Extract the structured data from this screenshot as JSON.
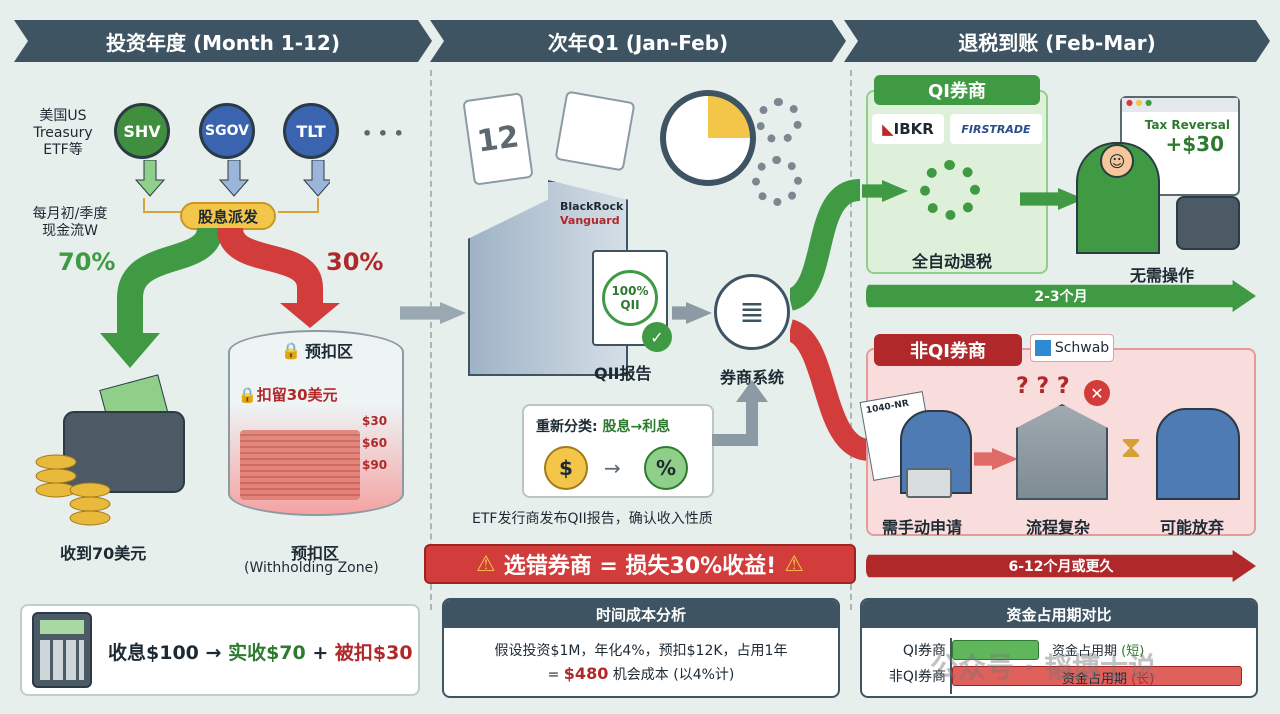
{
  "phases": [
    "投资年度 (Month 1-12)",
    "次年Q1 (Jan-Feb)",
    "退税到账 (Feb-Mar)"
  ],
  "investment": {
    "etf_label": "美国US Treasury ETF等",
    "etfs": [
      {
        "name": "SHV",
        "color": "#3f8f3f"
      },
      {
        "name": "SGOV",
        "color": "#3a64b0"
      },
      {
        "name": "TLT",
        "color": "#3a64b0"
      }
    ],
    "more": "• • •",
    "cashflow_label": "每月初/季度 现金流W",
    "dividend": "股息派发",
    "pct_received": "70%",
    "pct_withheld": "30%",
    "received": "收到70美元",
    "zone_lid": "预扣区",
    "zone_withheld": "扣留30美元",
    "zone_scale": [
      "$30",
      "$60",
      "$90"
    ],
    "zone_title": "预扣区",
    "zone_subtitle": "(Withholding Zone)"
  },
  "q1": {
    "calendar_day": "12",
    "building_brands": [
      "BlackRock",
      "Vanguard"
    ],
    "doc_stamp": "100% QII",
    "qii_report": "QII报告",
    "broker_system": "券商系统",
    "reclass_title": "重新分类:",
    "reclass_value": "股息→利息",
    "dollar": "$",
    "percent": "%",
    "caption": "ETF发行商发布QII报告，确认收入性质"
  },
  "warning": "选错券商 = 损失30%收益!",
  "qi": {
    "title": "QI券商",
    "brokers": [
      "IBKR",
      "FIRSTRADE"
    ],
    "auto": "全自动退税",
    "tax_reversal": "Tax Reversal",
    "amount": "+$30",
    "no_action": "无需操作",
    "duration": "2-3个月"
  },
  "nonqi": {
    "title": "非QI券商",
    "broker": "Schwab",
    "form": "1040-NR",
    "steps": [
      "需手动申请",
      "流程复杂",
      "可能放弃"
    ],
    "duration": "6-12个月或更久"
  },
  "summary": {
    "formula": [
      "收息$100",
      "→",
      "实收$70",
      "+",
      "被扣$30"
    ],
    "time_cost_title": "时间成本分析",
    "time_cost_line1": "假设投资$1M，年化4%，预扣$12K，占用1年",
    "time_cost_eq": "=",
    "time_cost_value": "$480",
    "time_cost_rest": "机会成本 (以4%计)",
    "compare_title": "资金占用期对比",
    "compare_rows": [
      {
        "label": "QI券商",
        "bar": "资金占用期",
        "tag": "(短)",
        "fill": 0.3
      },
      {
        "label": "非QI券商",
        "bar": "资金占用期",
        "tag": "(长)",
        "fill": 1.0
      }
    ]
  },
  "watermark": "公众号 · 韬博士说",
  "colors": {
    "green": "#3f9a43",
    "red": "#d23c3a",
    "slate": "#3e5462",
    "gold": "#f3c64a"
  }
}
